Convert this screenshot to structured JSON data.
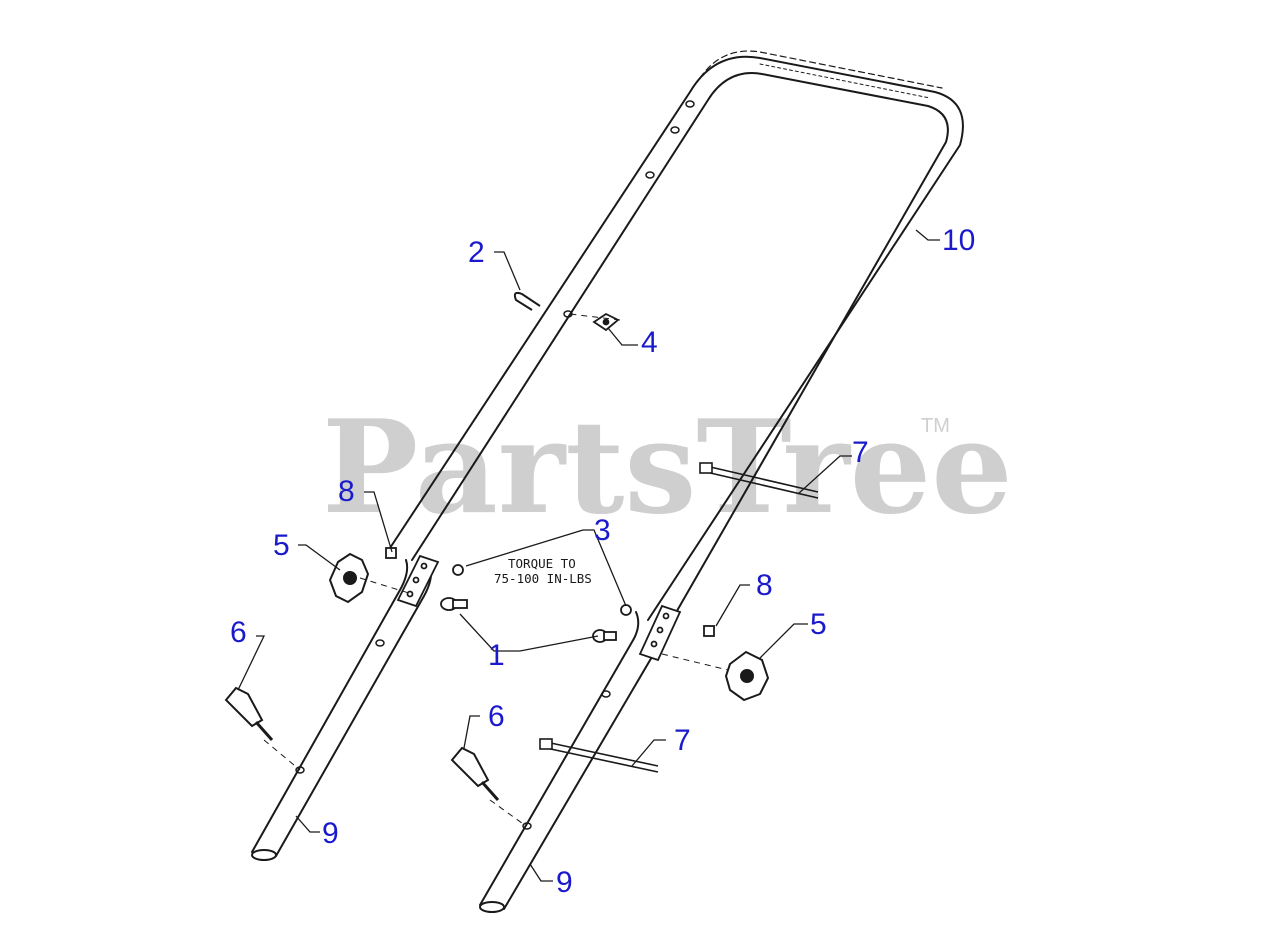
{
  "watermark": {
    "text": "PartsTree",
    "trademark": "TM",
    "color": "#cfcfcf"
  },
  "torque_note": {
    "line1": "TORQUE TO",
    "line2": "75-100 IN-LBS"
  },
  "callouts": {
    "c1": "1",
    "c2": "2",
    "c3": "3",
    "c4": "4",
    "c5_left": "5",
    "c5_right": "5",
    "c6_left": "6",
    "c6_right": "6",
    "c7_upper": "7",
    "c7_lower": "7",
    "c8_left": "8",
    "c8_right": "8",
    "c9_left": "9",
    "c9_right": "9",
    "c10": "10"
  },
  "colors": {
    "callout": "#1a1acc",
    "line": "#1a1a1a",
    "background": "#ffffff"
  }
}
